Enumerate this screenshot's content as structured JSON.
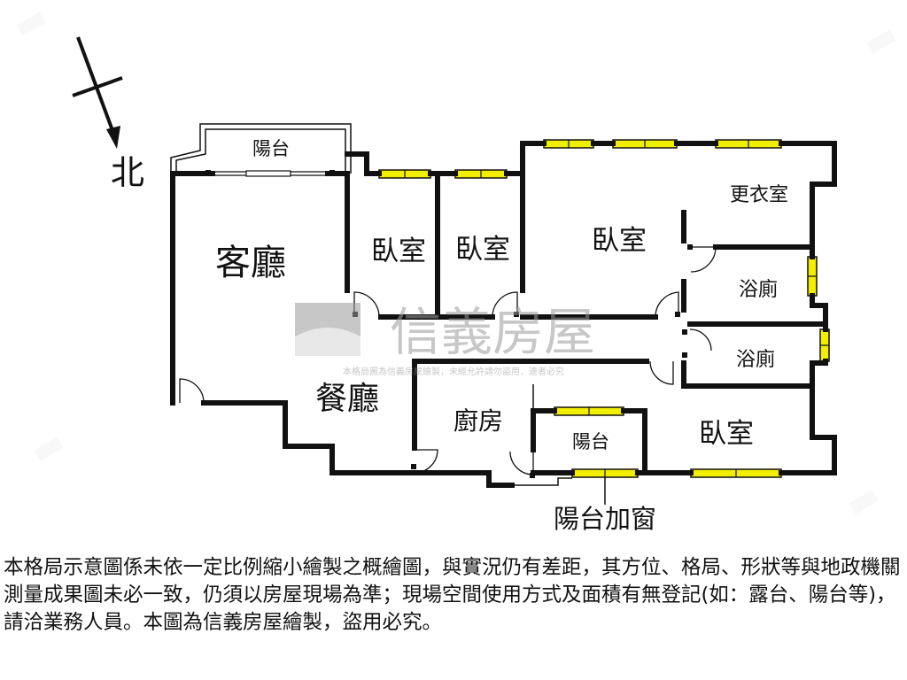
{
  "compass": {
    "north_label": "北"
  },
  "rooms": {
    "balcony_top": "陽台",
    "living_room": "客廳",
    "bedroom_1": "臥室",
    "bedroom_2": "臥室",
    "master_bedroom": "臥室",
    "walk_in_closet": "更衣室",
    "bathroom_1": "浴廁",
    "bathroom_2": "浴廁",
    "dining_room": "餐廳",
    "kitchen": "廚房",
    "balcony_kitchen": "陽台",
    "bedroom_4": "臥室"
  },
  "annotations": {
    "balcony_window": "陽台加窗"
  },
  "watermark": {
    "brand": "信義房屋",
    "notice": "本格局圖為信義房屋繪製，未經允許請勿盜用，違者必究"
  },
  "disclaimer": "本格局示意圖係未依一定比例縮小繪製之概繪圖，與實況仍有差距，其方位、格局、形狀等與地政機關測量成果圖未必一致，仍須以房屋現場為準；現場空間使用方式及面積有無登記(如：露台、陽台等)，請洽業務人員。本圖為信義房屋繪製，盜用必究。",
  "colors": {
    "wall": "#111111",
    "window": "#f2ee00",
    "watermark": "#9a9a9a"
  }
}
